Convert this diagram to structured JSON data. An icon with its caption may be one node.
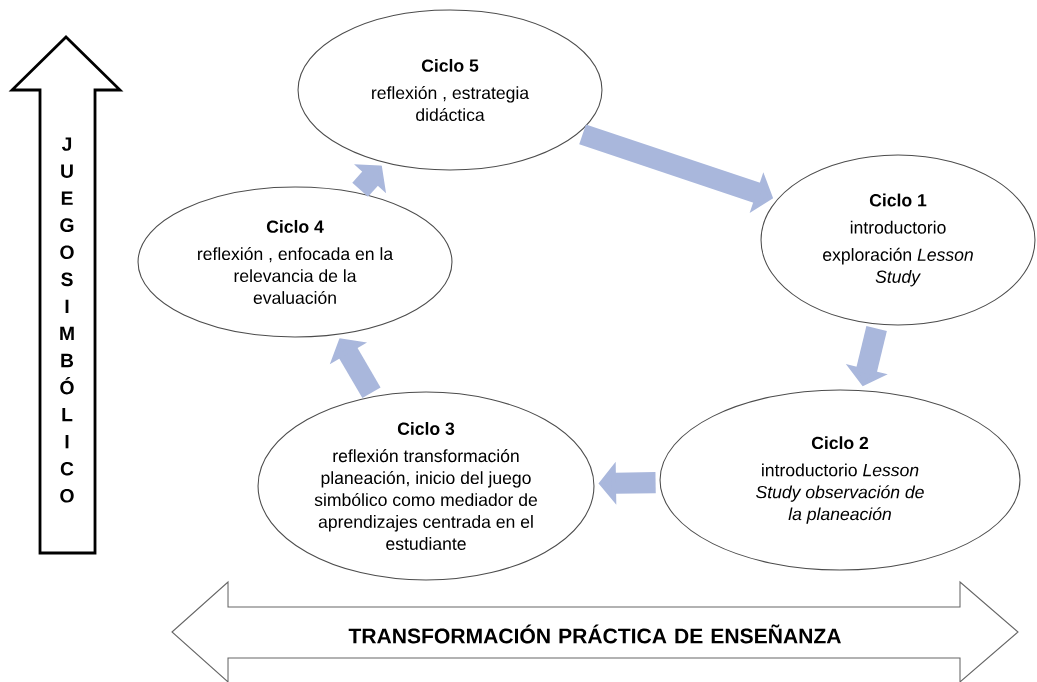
{
  "diagram": {
    "nodes": [
      {
        "text": [
          "J U E G O S I M B Ó L I C O"
        ]
      },
      {
        "text": [
          "Ciclo 5",
          "reflexión , estrategia didáctica"
        ]
      },
      {
        "text": [
          "Ciclo 4",
          "reflexión , enfocada en la relevancia de la evaluación"
        ]
      },
      {
        "text": [
          "Ciclo 1",
          "introductorio",
          "exploración *Lesson Study*"
        ]
      },
      {
        "text": [
          "Ciclo 3",
          "reflexión transformación planeación, inicio del juego simbólico como mediador de aprendizajes centrada en el estudiante"
        ]
      },
      {
        "text": [
          "Ciclo 2",
          "introductorio *Lesson Study observación de la planeación*"
        ]
      },
      {
        "text": [
          "TRANSFORMACIÓN PRÁCTICA DE ENSEÑANZA"
        ]
      }
    ],
    "edges": [
      {
        "from": 1,
        "to": 3,
        "arrow": "to"
      },
      {
        "from": 3,
        "to": 5,
        "arrow": "to"
      },
      {
        "from": 5,
        "to": 4,
        "arrow": "to"
      },
      {
        "from": 4,
        "to": 2,
        "arrow": "to"
      },
      {
        "from": 2,
        "to": 1,
        "arrow": "to"
      }
    ]
  }
}
